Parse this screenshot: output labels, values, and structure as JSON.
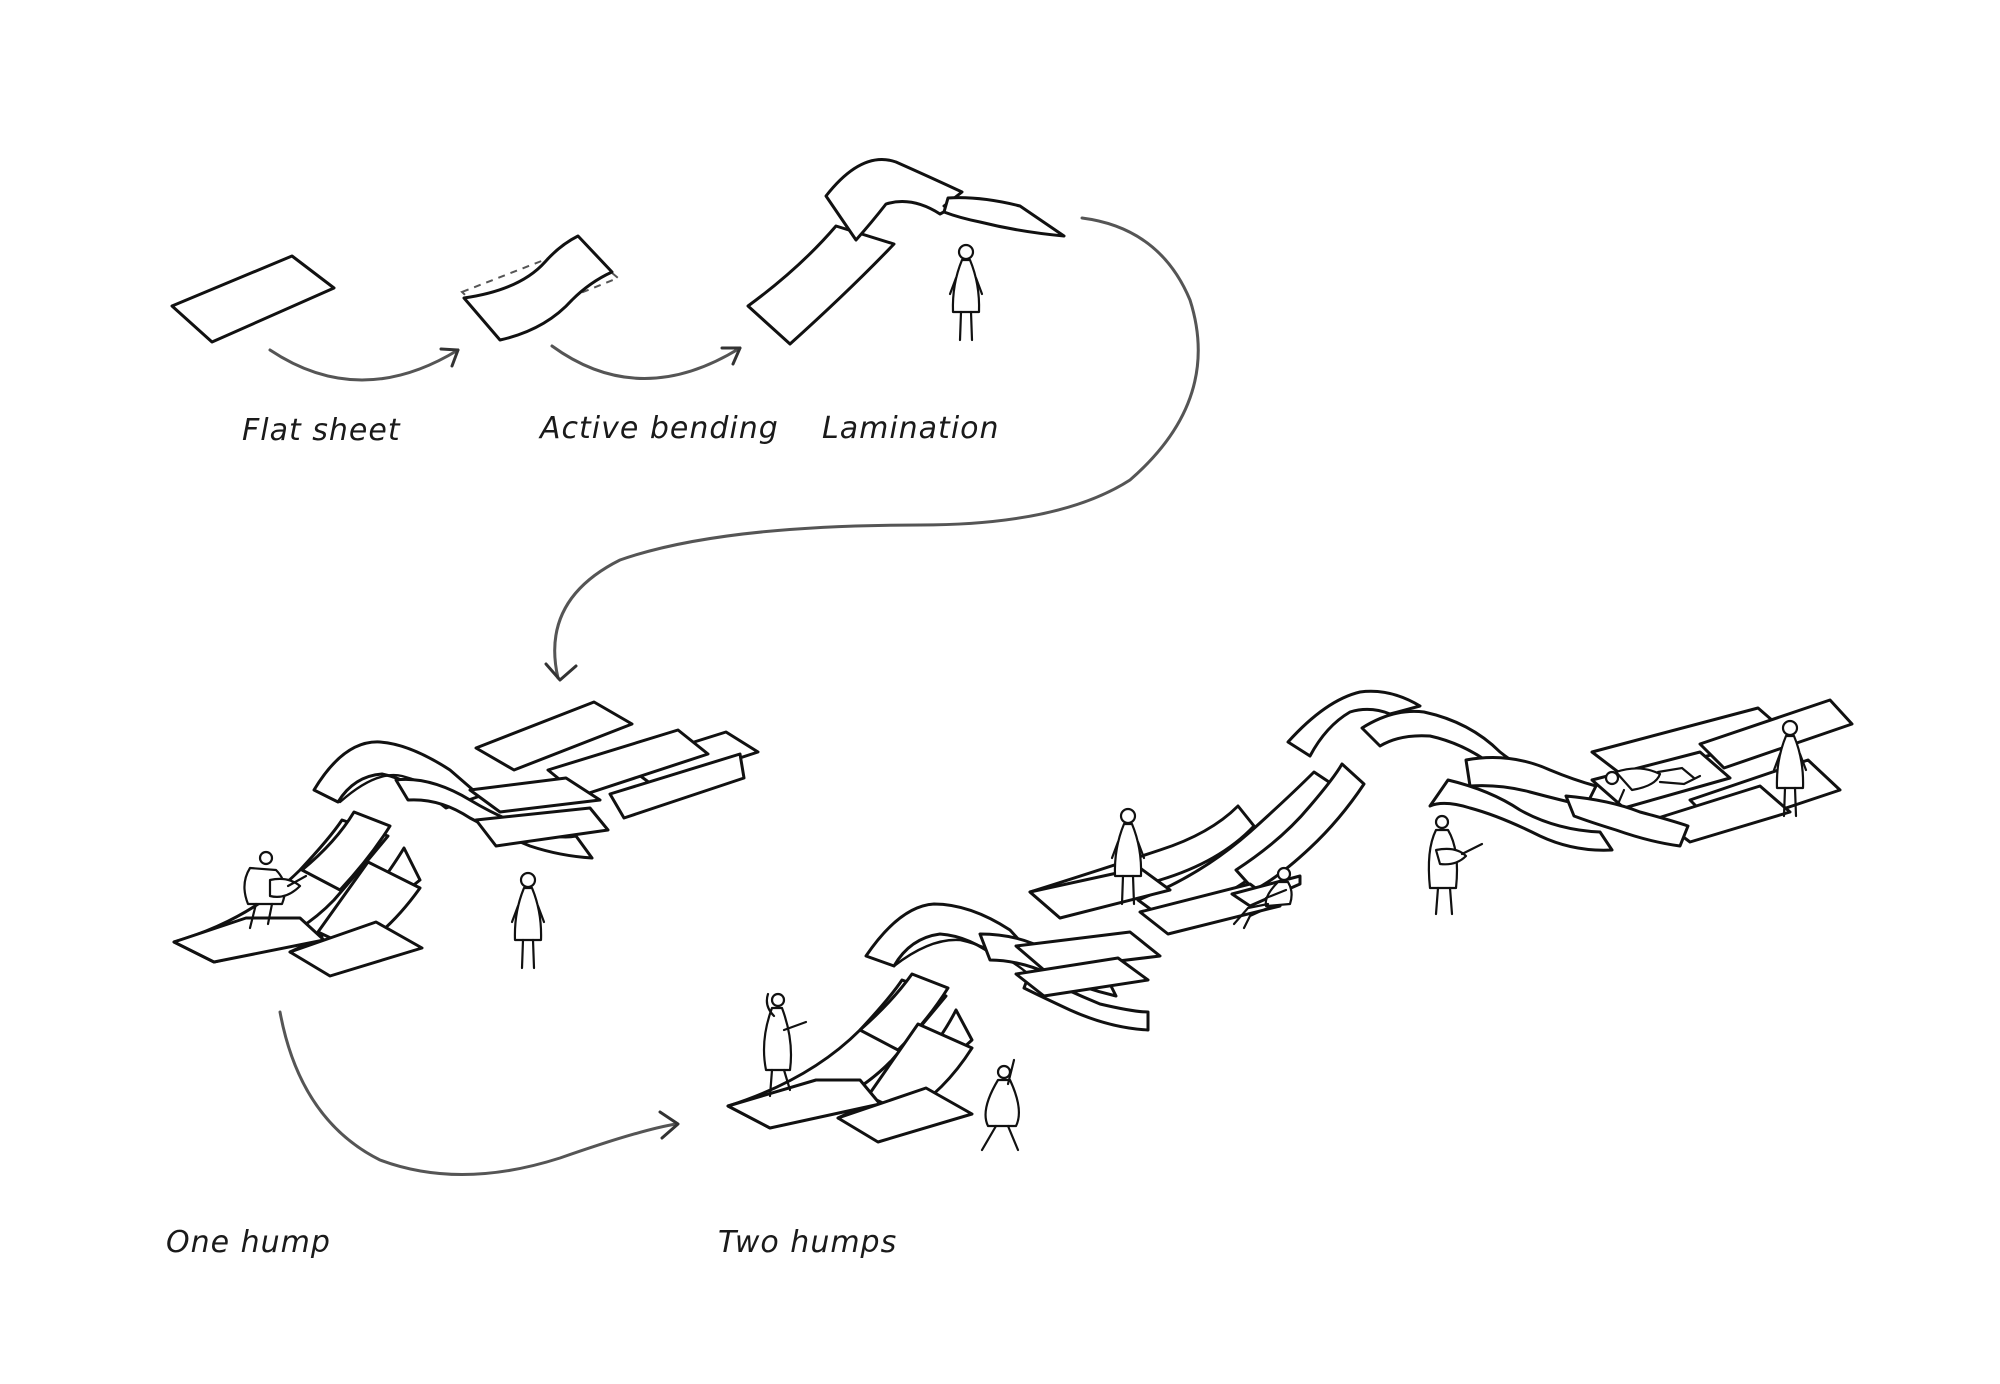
{
  "labels": {
    "flat_sheet": "Flat sheet",
    "active_bending": "Active bending",
    "lamination": "Lamination",
    "one_hump": "One hump",
    "two_humps": "Two humps"
  },
  "colors": {
    "ink": "#111111",
    "arrow": "#555555",
    "background": "#ffffff"
  }
}
